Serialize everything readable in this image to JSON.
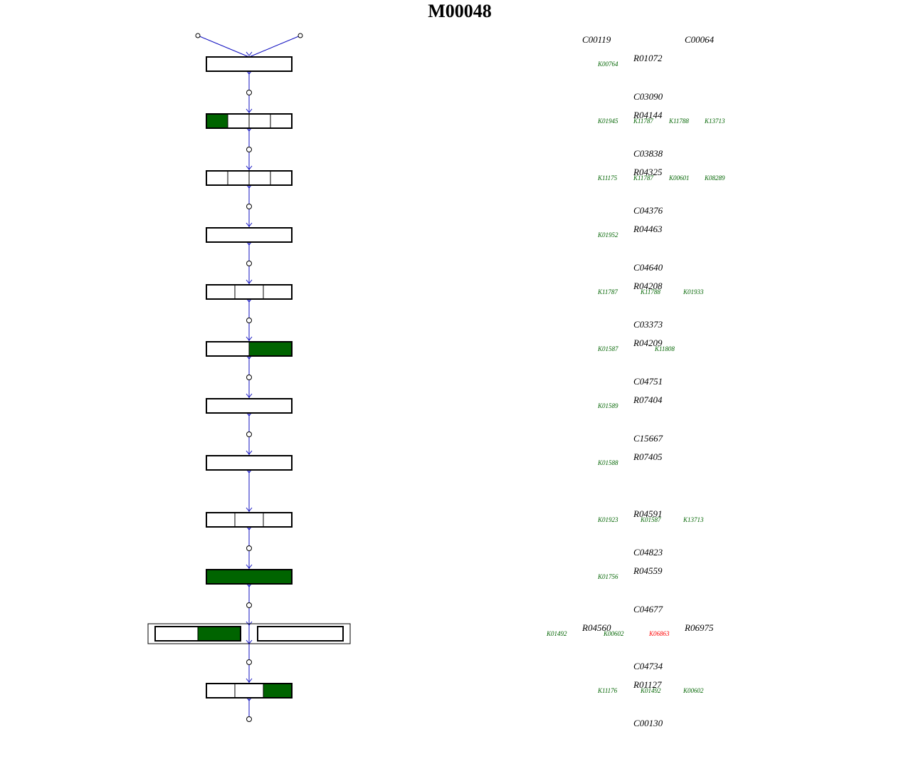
{
  "title": "M00048",
  "colors": {
    "flow_line": "#1010c0",
    "box_stroke": "#000000",
    "segment_present": "#006400",
    "ko_present": "#006400",
    "ko_absent": "#ff0000"
  },
  "compounds": [
    {
      "id": "C00119"
    },
    {
      "id": "C00064"
    },
    {
      "id": "C03090"
    },
    {
      "id": "C03838"
    },
    {
      "id": "C04376"
    },
    {
      "id": "C04640"
    },
    {
      "id": "C03373"
    },
    {
      "id": "C04751"
    },
    {
      "id": "C15667"
    },
    {
      "id": "C04823"
    },
    {
      "id": "C04677"
    },
    {
      "id": "C04734"
    },
    {
      "id": "C00130"
    }
  ],
  "steps": [
    {
      "reactions": [
        "R01072"
      ],
      "segments": [
        false
      ],
      "kos": [
        {
          "id": "K00764",
          "present": true
        }
      ]
    },
    {
      "reactions": [
        "R04144"
      ],
      "segments": [
        true,
        false,
        false,
        false
      ],
      "kos": [
        {
          "id": "K01945",
          "present": true
        },
        {
          "id": "K11787",
          "present": true
        },
        {
          "id": "K11788",
          "present": true
        },
        {
          "id": "K13713",
          "present": true
        }
      ]
    },
    {
      "reactions": [
        "R04325"
      ],
      "segments": [
        false,
        false,
        false,
        false
      ],
      "kos": [
        {
          "id": "K11175",
          "present": true
        },
        {
          "id": "K11787",
          "present": true
        },
        {
          "id": "K00601",
          "present": true
        },
        {
          "id": "K08289",
          "present": true
        }
      ]
    },
    {
      "reactions": [
        "R04463"
      ],
      "segments": [
        false
      ],
      "kos": [
        {
          "id": "K01952",
          "present": true
        }
      ]
    },
    {
      "reactions": [
        "R04208"
      ],
      "segments": [
        false,
        false,
        false
      ],
      "kos": [
        {
          "id": "K11787",
          "present": true
        },
        {
          "id": "K11788",
          "present": true
        },
        {
          "id": "K01933",
          "present": true
        }
      ]
    },
    {
      "reactions": [
        "R04209"
      ],
      "segments": [
        false,
        true
      ],
      "kos": [
        {
          "id": "K01587",
          "present": true
        },
        {
          "id": "K11808",
          "present": true
        }
      ]
    },
    {
      "reactions": [
        "R07404"
      ],
      "segments": [
        false
      ],
      "kos": [
        {
          "id": "K01589",
          "present": true
        }
      ]
    },
    {
      "reactions": [
        "R07405"
      ],
      "segments": [
        false
      ],
      "kos": [
        {
          "id": "K01588",
          "present": true
        }
      ]
    },
    {
      "reactions": [
        "R04591"
      ],
      "segments": [
        false,
        false,
        false
      ],
      "kos": [
        {
          "id": "K01923",
          "present": true
        },
        {
          "id": "K01587",
          "present": true
        },
        {
          "id": "K13713",
          "present": true
        }
      ]
    },
    {
      "reactions": [
        "R04559"
      ],
      "segments": [
        true
      ],
      "kos": [
        {
          "id": "K01756",
          "present": true
        }
      ]
    },
    {
      "reactions": [
        "R04560",
        "R06975"
      ],
      "segments": [
        false,
        true
      ],
      "segments_b": [
        false
      ],
      "kos": [
        {
          "id": "K01492",
          "present": true
        },
        {
          "id": "K00602",
          "present": true
        },
        {
          "id": "K06863",
          "present": false
        }
      ]
    },
    {
      "reactions": [
        "R01127"
      ],
      "segments": [
        false,
        false,
        true
      ],
      "kos": [
        {
          "id": "K11176",
          "present": true
        },
        {
          "id": "K01492",
          "present": true
        },
        {
          "id": "K00602",
          "present": true
        }
      ]
    }
  ]
}
